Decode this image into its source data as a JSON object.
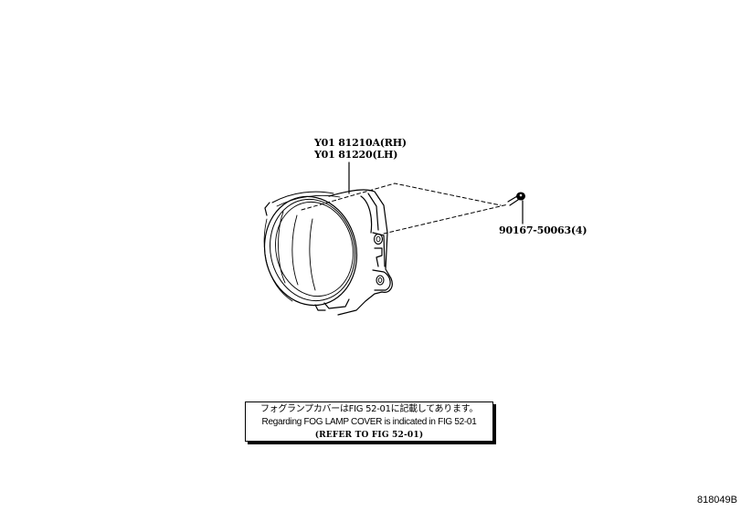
{
  "diagram": {
    "type": "parts-exploded-view",
    "subject": "fog lamp assembly",
    "parts": [
      {
        "callout": "Y01 81210A (RH)",
        "description_line": 0
      },
      {
        "callout": "Y01 81220 (LH)",
        "description_line": 1
      },
      {
        "callout": "90167-50063 (4)",
        "description": "bolt / screw"
      }
    ]
  },
  "labels": {
    "main_part_rh": "Y01 81210A(RH)",
    "main_part_lh": "Y01 81220(LH)",
    "bolt": "90167-50063(4)"
  },
  "note": {
    "japanese": "フォグランプカバーはFIG 52-01に記載してあります。",
    "english": "Regarding FOG LAMP COVER is indicated in FIG 52-01",
    "reference": "(REFER TO FIG 52-01)"
  },
  "figure_id": "818049B",
  "colors": {
    "line": "#000000",
    "background": "#ffffff"
  }
}
